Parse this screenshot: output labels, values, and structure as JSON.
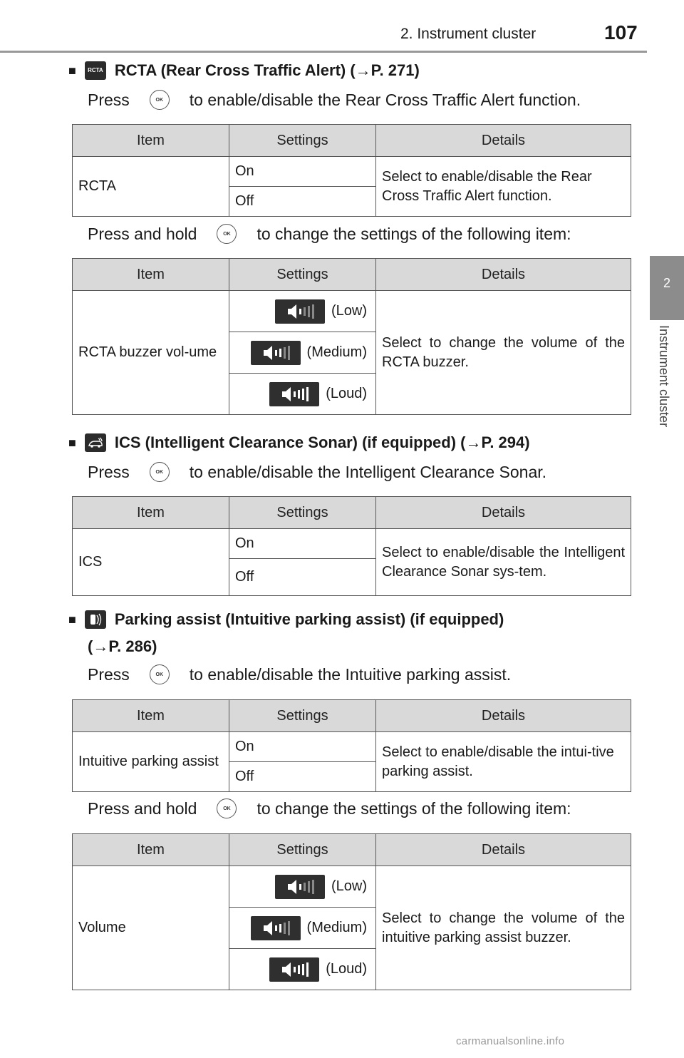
{
  "header": {
    "section_title": "2. Instrument cluster",
    "page_number": "107"
  },
  "side_tab": {
    "chapter_number": "2",
    "chapter_label": "Instrument cluster"
  },
  "icons": {
    "ok_button": "OK",
    "rcta_label": "RCTA"
  },
  "table_headers": {
    "item": "Item",
    "settings": "Settings",
    "details": "Details"
  },
  "sections": [
    {
      "heading": "RCTA (Rear Cross Traffic Alert) (→P. 271)",
      "heading_icon": "rcta-icon",
      "instructions": [
        {
          "before": "Press",
          "after": "to enable/disable the Rear Cross Traffic Alert function."
        },
        {
          "before": "Press and hold",
          "after": "to change the settings of the following item:"
        }
      ],
      "tables": [
        {
          "item": "RCTA",
          "settings": [
            "On",
            "Off"
          ],
          "details": "Select to enable/disable the Rear Cross Traffic Alert function."
        },
        {
          "item": "RCTA buzzer vol-ume",
          "settings": [
            "(Low)",
            "(Medium)",
            "(Loud)"
          ],
          "details": "Select to change the volume of the RCTA buzzer."
        }
      ]
    },
    {
      "heading": "ICS (Intelligent Clearance Sonar) (if equipped) (→P. 294)",
      "heading_icon": "ics-sonar-icon",
      "instructions": [
        {
          "before": "Press",
          "after": "to enable/disable the Intelligent Clearance Sonar."
        }
      ],
      "tables": [
        {
          "item": "ICS",
          "settings": [
            "On",
            "Off"
          ],
          "details": "Select to enable/disable the Intelligent Clearance Sonar sys-tem."
        }
      ]
    },
    {
      "heading": "Parking assist (Intuitive parking assist) (if equipped)",
      "heading_cont": "(→P. 286)",
      "heading_icon": "parking-assist-icon",
      "instructions": [
        {
          "before": "Press",
          "after": "to enable/disable the Intuitive parking assist."
        },
        {
          "before": "Press and hold",
          "after": "to change the settings of the following item:"
        }
      ],
      "tables": [
        {
          "item": "Intuitive parking assist",
          "settings": [
            "On",
            "Off"
          ],
          "details": "Select to enable/disable the intui-tive parking assist."
        },
        {
          "item": "Volume",
          "settings": [
            "(Low)",
            "(Medium)",
            "(Loud)"
          ],
          "details": "Select to change the volume of the intuitive parking assist buzzer."
        }
      ]
    }
  ],
  "watermark": "carmanualsonline.info"
}
